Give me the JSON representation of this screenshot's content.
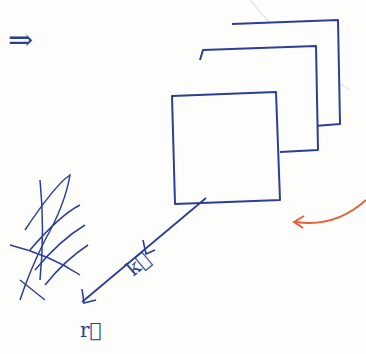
{
  "diagram": {
    "labels": [
      "⇒",
      "k⃗",
      "r⃗"
    ]
  }
}
